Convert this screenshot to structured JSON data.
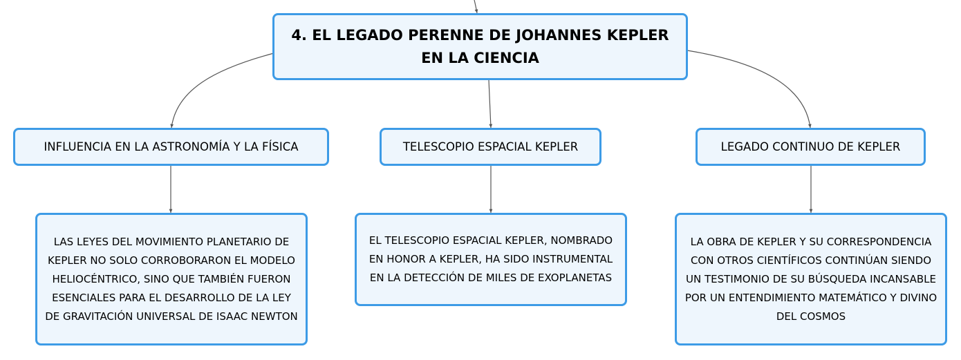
{
  "root": {
    "title": "4. EL LEGADO PERENNE DE JOHANNES KEPLER EN LA CIENCIA"
  },
  "topics": [
    {
      "label": "INFLUENCIA EN LA ASTRONOMÍA Y LA FÍSICA",
      "detail": "LAS LEYES DEL MOVIMIENTO PLANETARIO DE KEPLER NO SOLO CORROBORARON EL MODELO HELIOCÉNTRICO, SINO QUE TAMBIÉN FUERON ESENCIALES PARA EL DESARROLLO DE LA LEY DE GRAVITACIÓN UNIVERSAL DE ISAAC NEWTON"
    },
    {
      "label": "TELESCOPIO ESPACIAL KEPLER",
      "detail": "EL TELESCOPIO ESPACIAL KEPLER, NOMBRADO EN HONOR A KEPLER, HA SIDO INSTRUMENTAL EN LA DETECCIÓN DE MILES DE EXOPLANETAS"
    },
    {
      "label": "LEGADO CONTINUO DE KEPLER",
      "detail": "LA OBRA DE KEPLER Y SU CORRESPONDENCIA CON OTROS CIENTÍFICOS CONTINÚAN SIENDO UN TESTIMONIO DE SU BÚSQUEDA INCANSABLE POR UN ENTENDIMIENTO MATEMÁTICO Y DIVINO DEL COSMOS"
    }
  ],
  "colors": {
    "node_border": "#3d9be6",
    "node_fill": "#eef6fd",
    "connector": "#555555"
  }
}
